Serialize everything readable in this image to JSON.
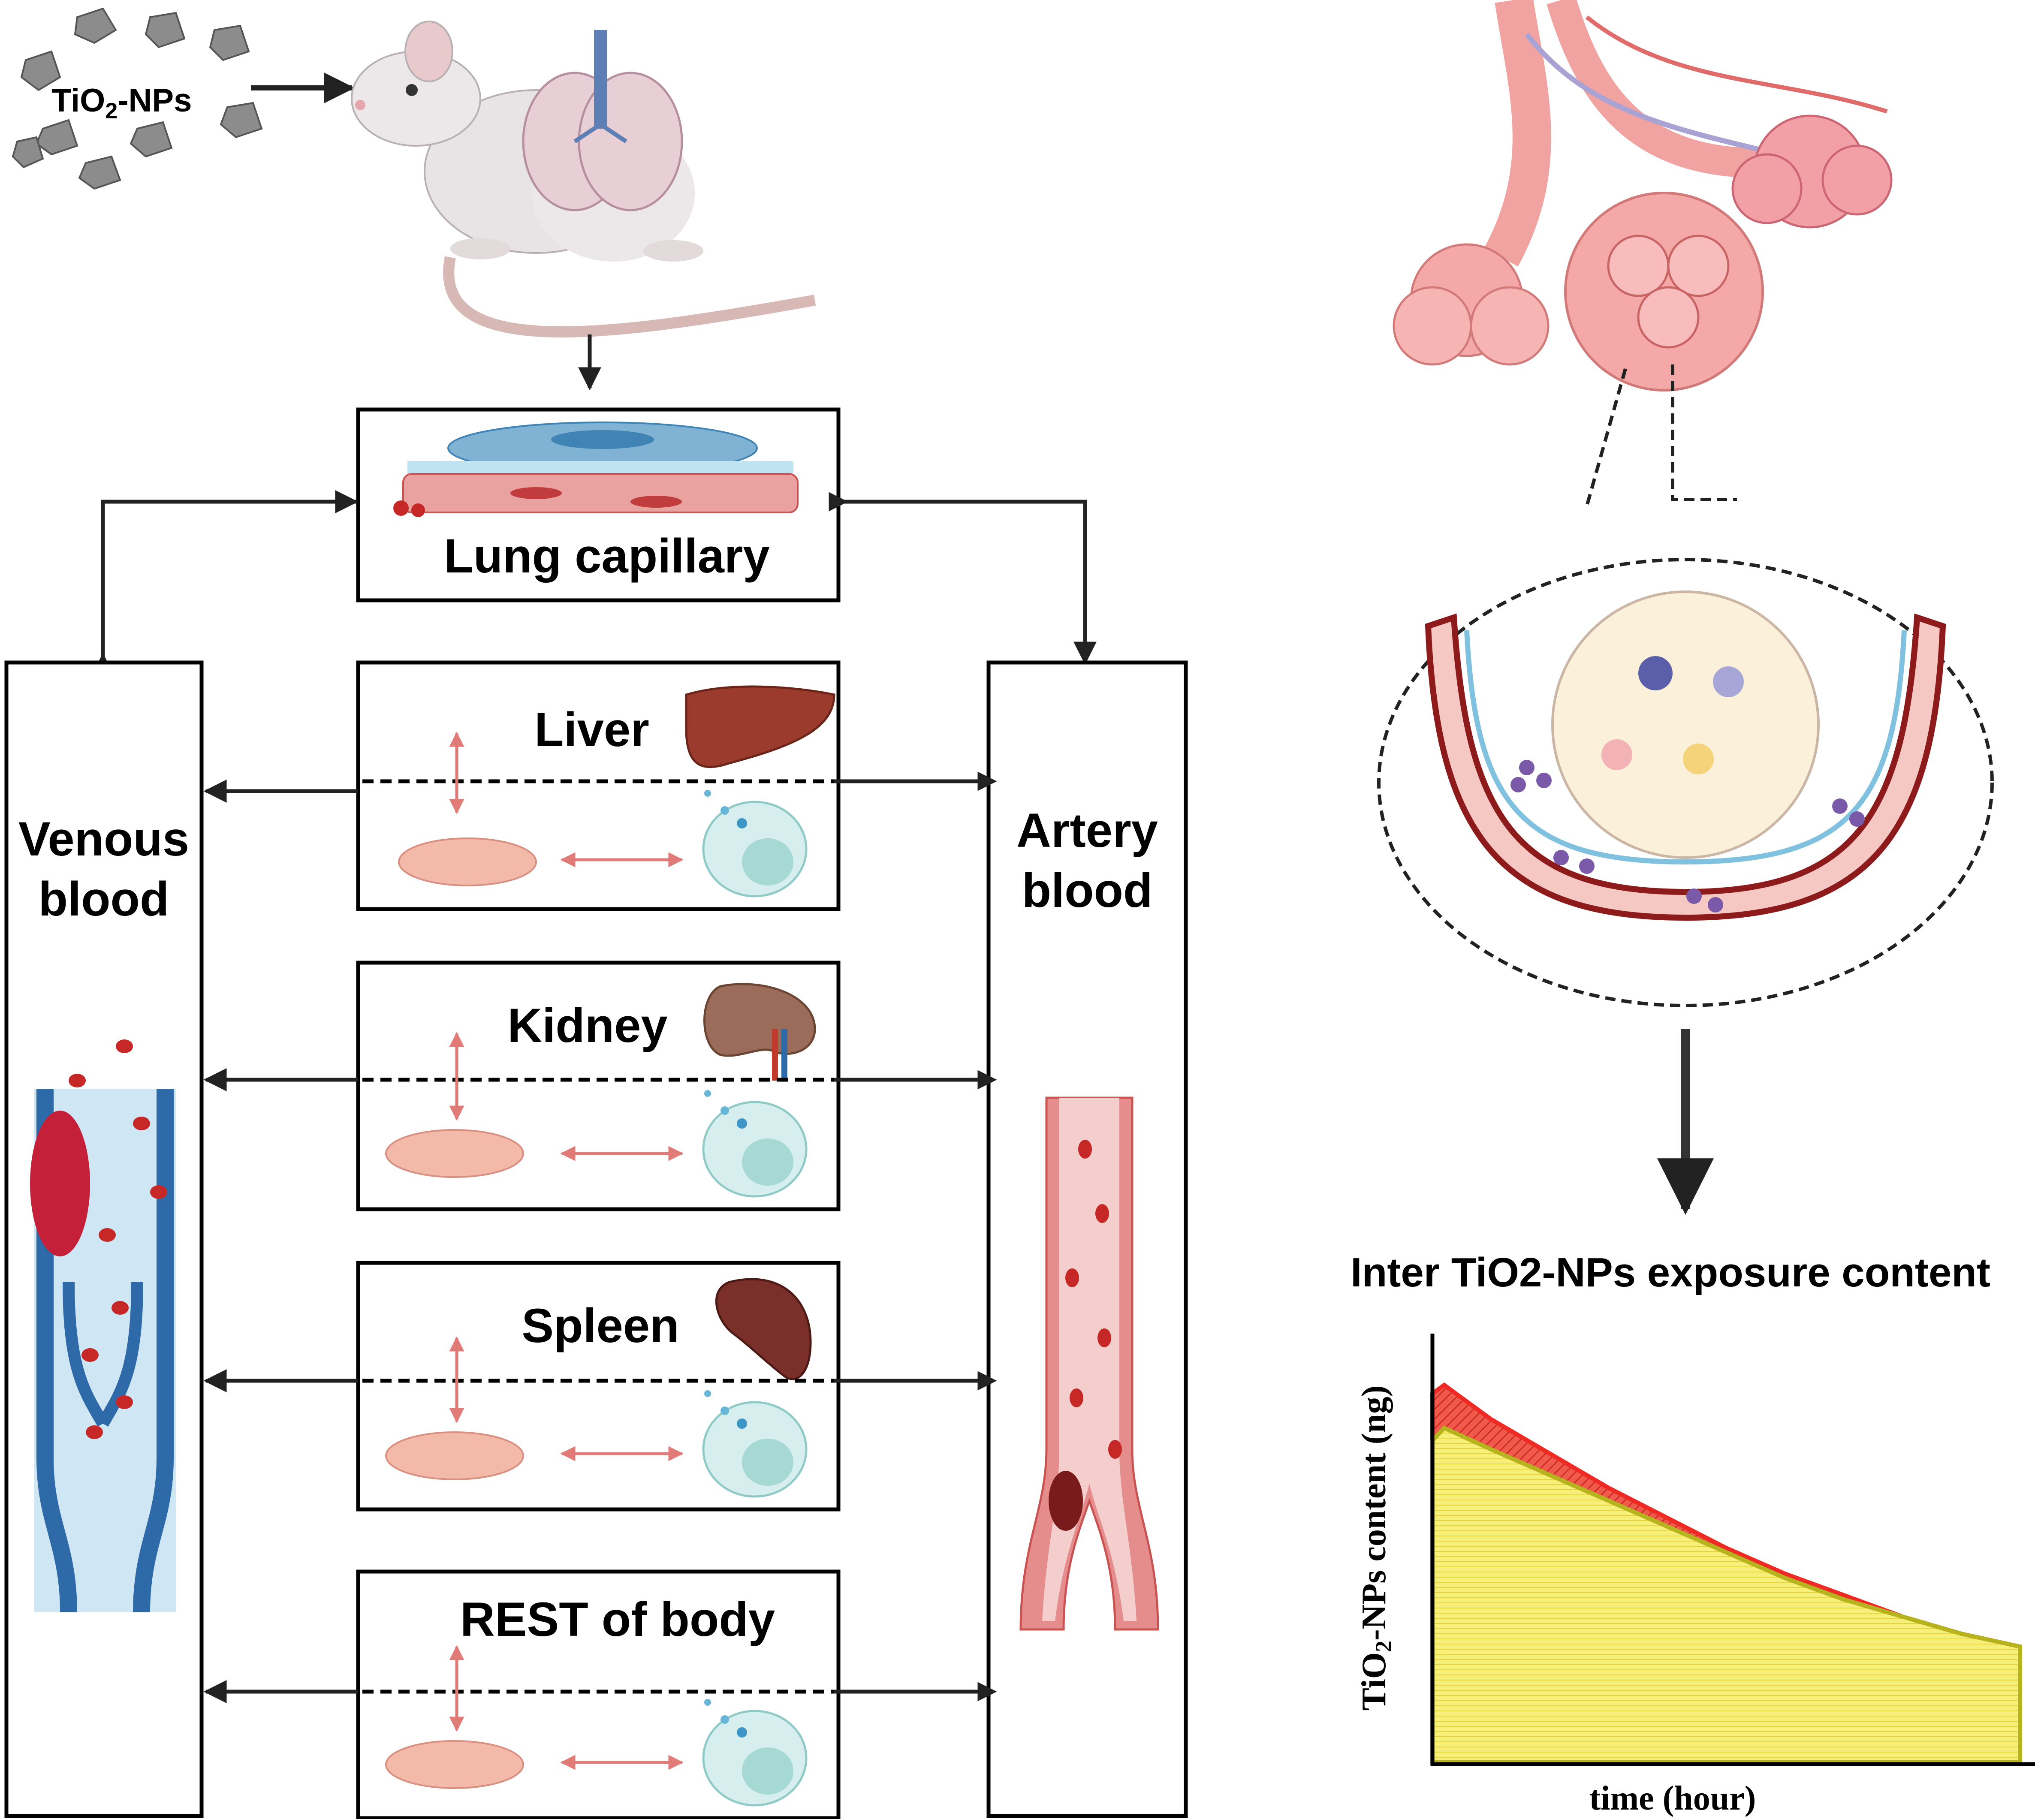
{
  "input": {
    "label_main": "TiO",
    "label_sub": "2",
    "label_tail": "-NPs"
  },
  "compartments": {
    "lung": "Lung capillary",
    "liver": "Liver",
    "kidney": "Kidney",
    "spleen": "Spleen",
    "rest": "REST of body"
  },
  "venous": {
    "line1": "Venous",
    "line2": "blood"
  },
  "artery": {
    "line1": "Artery",
    "line2": "blood"
  },
  "chart_title": "Inter TiO2-NPs exposure content",
  "chart_data": {
    "type": "area",
    "title": "Inter TiO2-NPs exposure content",
    "xlabel": "time (hour)",
    "ylabel_main": "TiO",
    "ylabel_sub": "2",
    "ylabel_tail": "-NPs content (ng)",
    "x": [
      0,
      0.02,
      0.1,
      0.2,
      0.3,
      0.4,
      0.5,
      0.6,
      0.7,
      0.8,
      0.9,
      1.0
    ],
    "series": [
      {
        "values": [
          0.86,
          0.88,
          0.8,
          0.72,
          0.64,
          0.57,
          0.5,
          0.44,
          0.39,
          0.34,
          0.3,
          0.27
        ],
        "color": "#ee2a24"
      },
      {
        "values": [
          0.75,
          0.78,
          0.73,
          0.67,
          0.61,
          0.55,
          0.49,
          0.43,
          0.38,
          0.34,
          0.3,
          0.27
        ],
        "color": "#f2ee6a"
      }
    ],
    "ylim": [
      0,
      1
    ]
  },
  "colors": {
    "arrow": "#222222",
    "double_arrow": "#e07b78",
    "vein": "#2f6aa8",
    "artery": "#d26e6e"
  }
}
